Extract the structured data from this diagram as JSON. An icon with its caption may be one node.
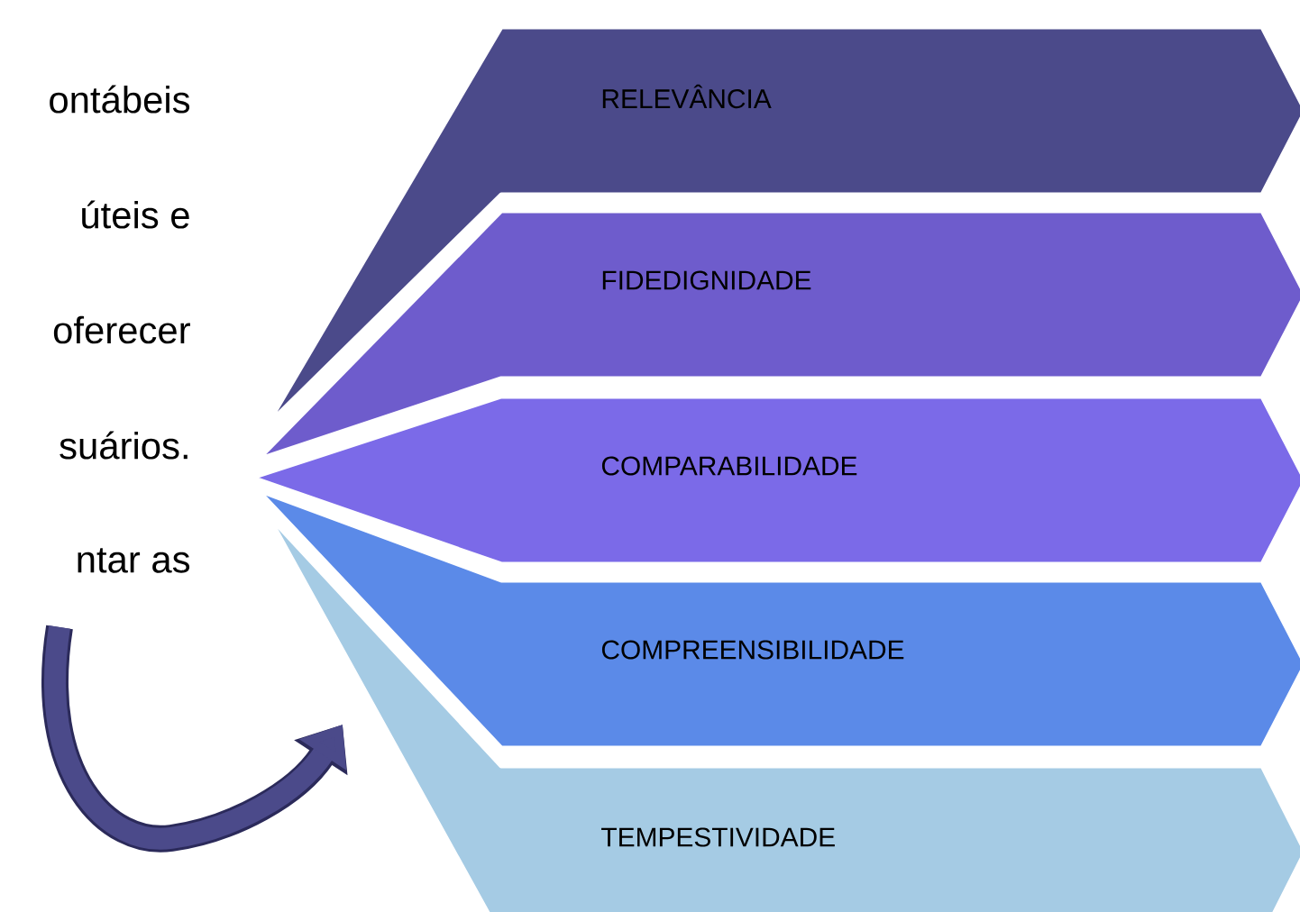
{
  "diagram": {
    "nodes": [
      {
        "text": [
          "RELEVÂNCIA"
        ]
      },
      {
        "text": [
          "FIDEDIGNIDADE"
        ]
      },
      {
        "text": [
          "COMPARABILIDADE"
        ]
      },
      {
        "text": [
          "COMPREENSIBILIDADE"
        ]
      },
      {
        "text": [
          "TEMPESTIVIDADE"
        ]
      }
    ],
    "labels": [
      "ontábeis",
      "úteis e",
      "oferecer",
      "suários.",
      "ntar as"
    ]
  }
}
